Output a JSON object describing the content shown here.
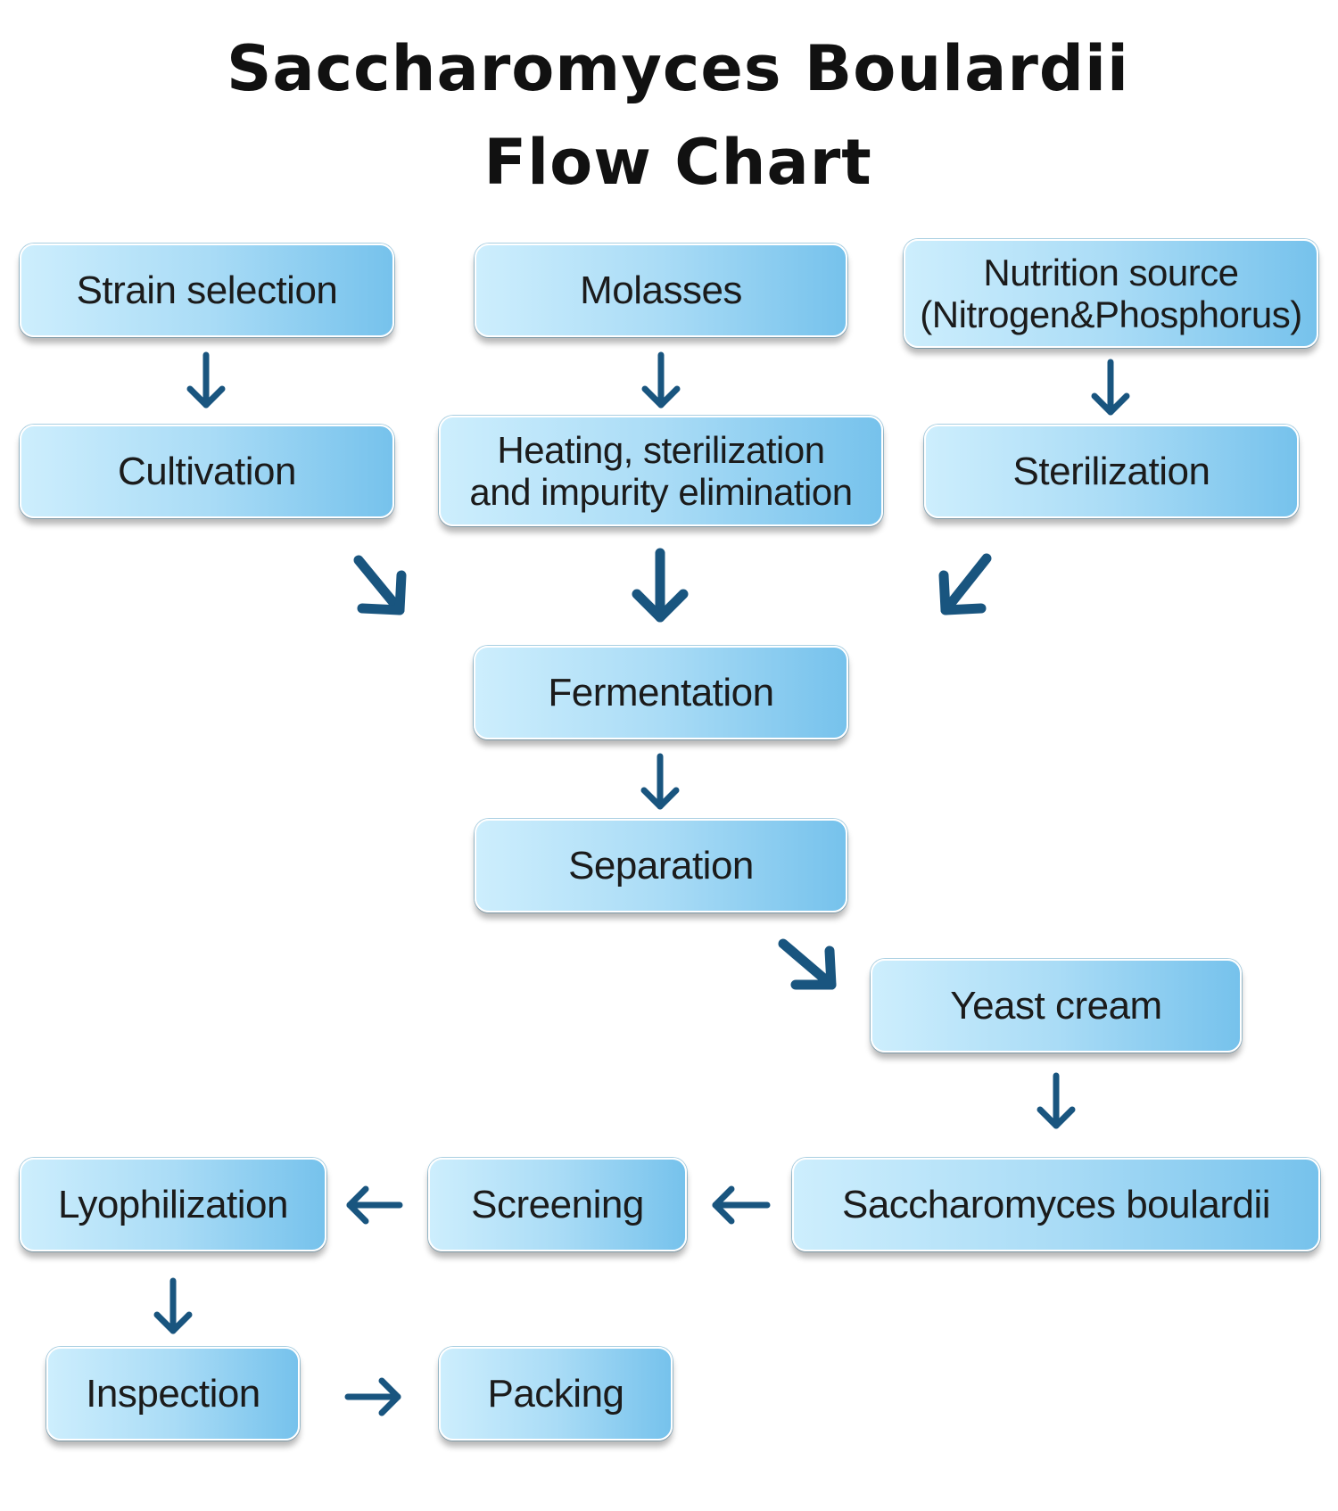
{
  "title": {
    "line1": "Saccharomyces Boulardii",
    "line2": "Flow Chart"
  },
  "colors": {
    "arrow": "#19557f",
    "box_light": "#cdeefd",
    "box_dark": "#76c2ec"
  },
  "nodes": {
    "strain_selection": "Strain selection",
    "molasses": "Molasses",
    "nutrition_source": {
      "line1": "Nutrition source",
      "line2": "(Nitrogen&Phosphorus)"
    },
    "cultivation": "Cultivation",
    "heating": {
      "line1": "Heating, sterilization",
      "line2": "and impurity elimination"
    },
    "sterilization": "Sterilization",
    "fermentation": "Fermentation",
    "separation": "Separation",
    "yeast_cream": "Yeast cream",
    "saccharomyces_boulardii": "Saccharomyces boulardii",
    "screening": "Screening",
    "lyophilization": "Lyophilization",
    "inspection": "Inspection",
    "packing": "Packing"
  }
}
